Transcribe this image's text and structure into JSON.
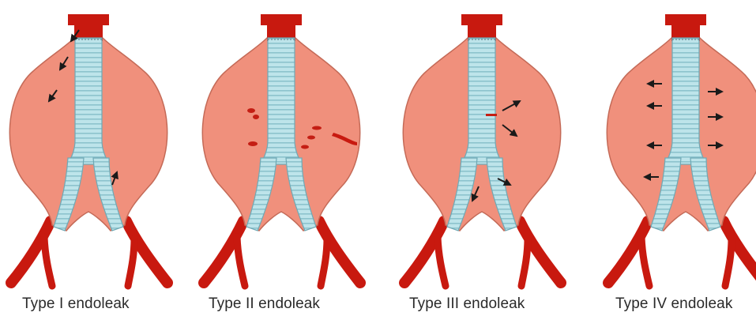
{
  "panels": [
    {
      "id": "type-1",
      "caption": "Type I endoleak"
    },
    {
      "id": "type-2",
      "caption": "Type II endoleak"
    },
    {
      "id": "type-3",
      "caption": "Type III endoleak"
    },
    {
      "id": "type-4",
      "caption": "Type IV endoleak"
    }
  ],
  "colors": {
    "sac_fill": "#f0907c",
    "sac_stroke": "#c46a57",
    "vessel": "#c8190f",
    "vessel_dark": "#9c1008",
    "graft_fill": "#bde4ea",
    "graft_stroke": "#6fa9b5",
    "graft_ring": "#8cc3cd",
    "arrow": "#1a1a1a",
    "leak": "#c41e14",
    "caption_text": "#2a2a2a"
  },
  "icons": [
    "flow-arrow-icon",
    "leak-splash-icon"
  ]
}
